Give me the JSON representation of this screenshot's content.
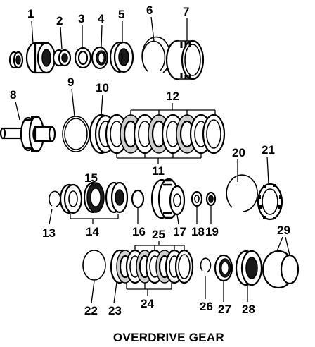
{
  "callouts": [
    {
      "id": "c1",
      "label": "1"
    },
    {
      "id": "c2",
      "label": "2"
    },
    {
      "id": "c3",
      "label": "3"
    },
    {
      "id": "c4",
      "label": "4"
    },
    {
      "id": "c5",
      "label": "5"
    },
    {
      "id": "c6",
      "label": "6"
    },
    {
      "id": "c7",
      "label": "7"
    },
    {
      "id": "c8",
      "label": "8"
    },
    {
      "id": "c9",
      "label": "9"
    },
    {
      "id": "c10",
      "label": "10"
    },
    {
      "id": "c11",
      "label": "11"
    },
    {
      "id": "c12",
      "label": "12"
    },
    {
      "id": "c13",
      "label": "13"
    },
    {
      "id": "c14",
      "label": "14"
    },
    {
      "id": "c15",
      "label": "15"
    },
    {
      "id": "c16",
      "label": "16"
    },
    {
      "id": "c17",
      "label": "17"
    },
    {
      "id": "c18",
      "label": "18"
    },
    {
      "id": "c19",
      "label": "19"
    },
    {
      "id": "c20",
      "label": "20"
    },
    {
      "id": "c21",
      "label": "21"
    },
    {
      "id": "c22",
      "label": "22"
    },
    {
      "id": "c23",
      "label": "23"
    },
    {
      "id": "c24",
      "label": "24"
    },
    {
      "id": "c25",
      "label": "25"
    },
    {
      "id": "c26",
      "label": "26"
    },
    {
      "id": "c27",
      "label": "27"
    },
    {
      "id": "c28",
      "label": "28"
    },
    {
      "id": "c29",
      "label": "29"
    }
  ],
  "caption": "OVERDRIVE GEAR"
}
